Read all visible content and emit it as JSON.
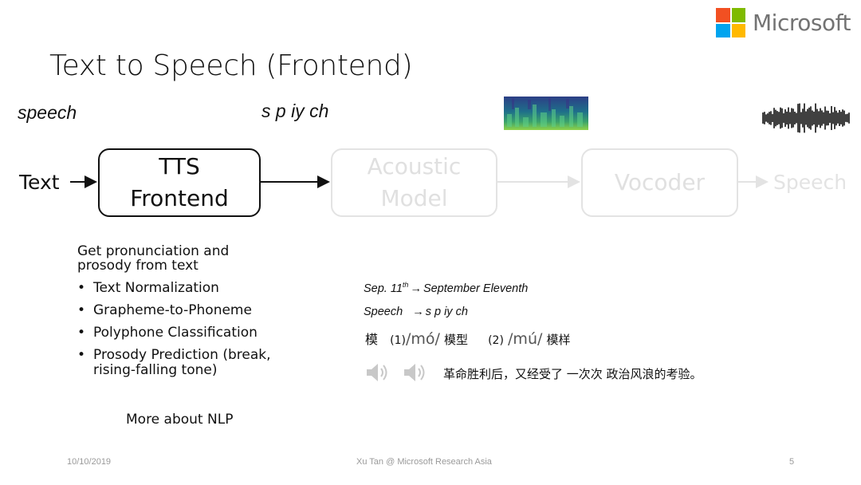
{
  "slide": {
    "title": "Text to Speech (Frontend)",
    "brand": "Microsoft",
    "brand_colors": [
      "#f25022",
      "#7fba00",
      "#00a4ef",
      "#ffb900"
    ]
  },
  "pipeline": {
    "input_label": "Text",
    "word_example": "speech",
    "phoneme_example": "s p iy ch",
    "boxes": [
      {
        "line1": "TTS",
        "line2": "Frontend"
      },
      {
        "line1": "Acoustic",
        "line2": "Model"
      },
      {
        "line1": "Vocoder",
        "line2": ""
      }
    ],
    "output_label": "Speech",
    "spectrogram_icon": "spectrogram-image",
    "waveform_icon": "waveform-image"
  },
  "frontend": {
    "description": "Get pronunciation and prosody from text",
    "tasks": [
      "Text Normalization",
      "Grapheme-to-Phoneme",
      "Polyphone Classification",
      "Prosody Prediction (break, rising-falling tone)"
    ],
    "more_link": "More about NLP"
  },
  "examples": {
    "normalization": {
      "raw": "Sep. 11",
      "sup": "th",
      "normalized": "September Eleventh"
    },
    "g2p": {
      "word": "Speech",
      "phonemes": "s p iy ch"
    },
    "polyphone": {
      "char": "模",
      "opt1_num": "(1)",
      "opt1_pinyin": "/mó/",
      "opt1_word": "模型",
      "opt2_num": "(2)",
      "opt2_pinyin": "/mú/",
      "opt2_word": "模样"
    },
    "prosody_sentence": "革命胜利后，又经受了 一次次 政治风浪的考验。",
    "audio_icons": [
      "speaker-icon",
      "speaker-icon"
    ]
  },
  "footer": {
    "date": "10/10/2019",
    "author": "Xu Tan @ Microsoft Research Asia",
    "page": "5"
  }
}
